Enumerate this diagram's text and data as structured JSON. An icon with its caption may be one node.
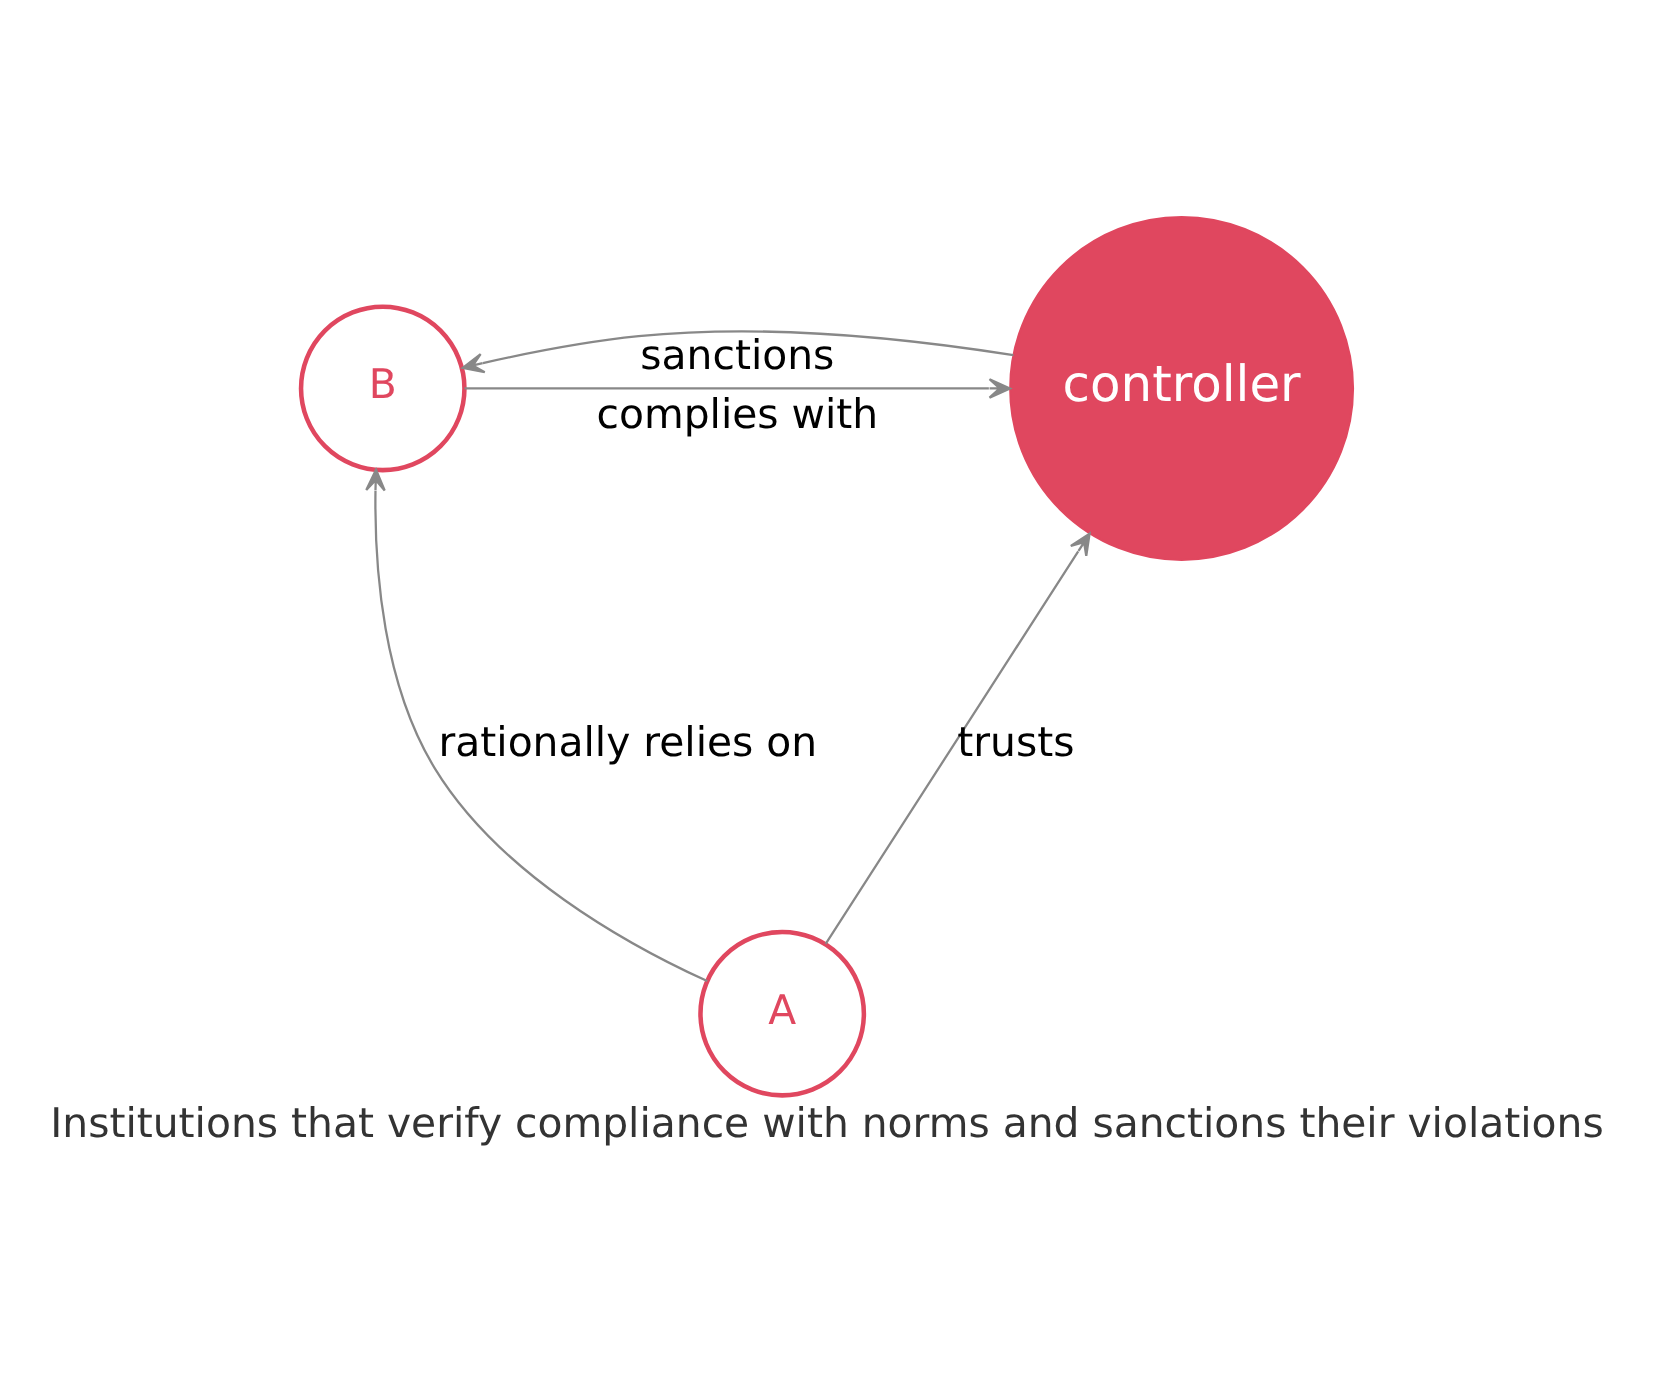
{
  "diagram": {
    "caption": "Institutions that verify compliance with norms and sanctions their violations",
    "nodes": [
      {
        "text": [
          "B"
        ]
      },
      {
        "text": [
          "controller"
        ]
      },
      {
        "text": [
          "A"
        ]
      }
    ],
    "edges": [
      {
        "from": 0,
        "to": 1,
        "arrow": "to",
        "label": "complies with"
      },
      {
        "from": 1,
        "to": 0,
        "arrow": "to",
        "label": "sanctions"
      },
      {
        "from": 2,
        "to": 0,
        "arrow": "to",
        "label": "rationally relies on"
      },
      {
        "from": 2,
        "to": 1,
        "arrow": "to",
        "label": "trusts"
      }
    ]
  }
}
